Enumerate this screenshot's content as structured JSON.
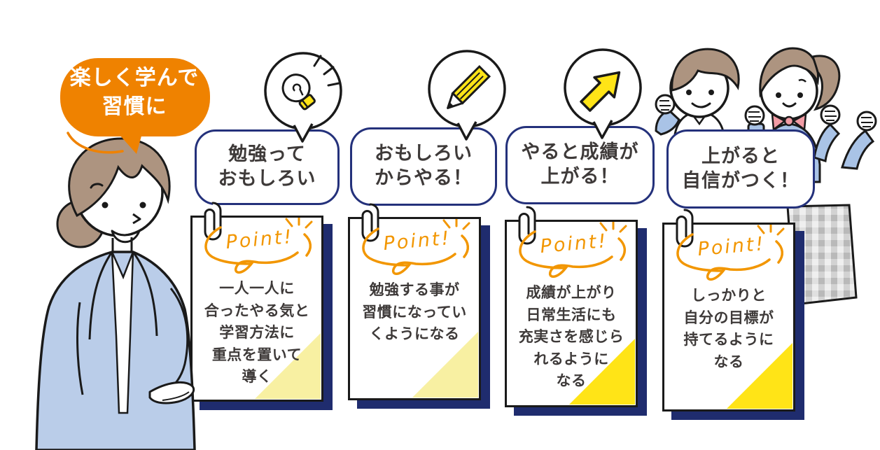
{
  "main_bubble": {
    "lines": [
      "楽しく学んで",
      "習慣に"
    ]
  },
  "point_label": "Point!",
  "cards": [
    {
      "icon": "lightbulb-icon",
      "bubble_lines": [
        "勉強って",
        "おもしろい"
      ],
      "note_lines": [
        "一人一人に",
        "合ったやる気と",
        "学習方法に",
        "重点を置いて",
        "導く"
      ],
      "corner_color": "#F8F0A2"
    },
    {
      "icon": "pencil-icon",
      "bubble_lines": [
        "おもしろい",
        "からやる！"
      ],
      "note_lines": [
        "勉強する事が",
        "習慣になってい",
        "くようになる"
      ],
      "corner_color": "#F8F0A2"
    },
    {
      "icon": "up-arrow-icon",
      "bubble_lines": [
        "やると成績が",
        "上がる！"
      ],
      "note_lines": [
        "成績が上がり",
        "日常生活にも",
        "充実さを感じら",
        "れるように",
        "なる"
      ],
      "corner_color": "#FFE417"
    },
    {
      "icon": "students",
      "bubble_lines": [
        "上がると",
        "自信がつく！"
      ],
      "note_lines": [
        "しっかりと",
        "自分の目標が",
        "持てるように",
        "なる"
      ],
      "corner_color": "#FFE417"
    }
  ],
  "colors": {
    "orange": "#EF8200",
    "navy": "#24317B",
    "shadow_navy": "#1F2C6E",
    "point_orange": "#F29600",
    "pale_yellow": "#F8F0A2",
    "bright_yellow": "#FFE417",
    "ink": "#1A1A1A",
    "text_dark": "#3E3A39",
    "hair": "#AD9480",
    "cardigan": "#BACDE9",
    "kid_blue": "#A9C3E6",
    "bow_pink": "#F29CA5",
    "skirt_gray": "#C8C8C8"
  }
}
